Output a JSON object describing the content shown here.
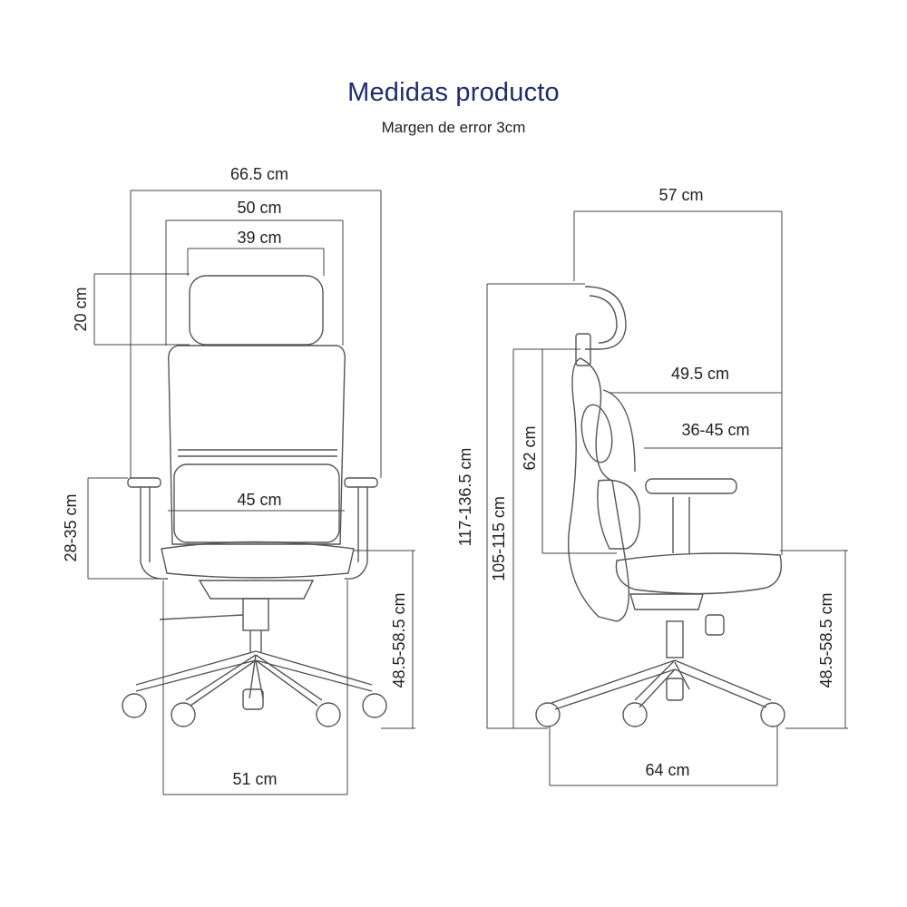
{
  "header": {
    "title": "Medidas producto",
    "subtitle": "Margen de error 3cm"
  },
  "front_view": {
    "overall_width": "66.5 cm",
    "backrest_width": "50 cm",
    "headrest_width": "39 cm",
    "headrest_height": "20 cm",
    "armrest_height": "28-35 cm",
    "seat_width": "45 cm",
    "seat_height": "48.5-58.5 cm",
    "base_width": "51 cm"
  },
  "side_view": {
    "overall_depth": "57 cm",
    "seat_depth": "49.5 cm",
    "seat_depth_adjust": "36-45 cm",
    "backrest_height": "62 cm",
    "total_height": "117-136.5 cm",
    "back_height": "105-115 cm",
    "seat_height": "48.5-58.5 cm",
    "base_depth": "64 cm"
  },
  "colors": {
    "title": "#1f2d6b",
    "lines": "#444444"
  }
}
